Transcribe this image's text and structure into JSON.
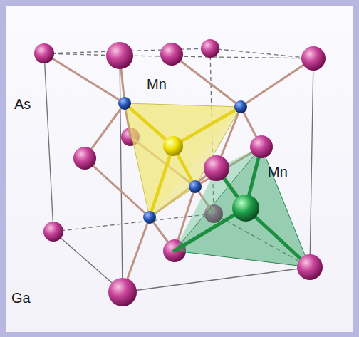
{
  "diagram": {
    "labels": [
      "As",
      "Mn",
      "Mn",
      "Ga"
    ]
  }
}
